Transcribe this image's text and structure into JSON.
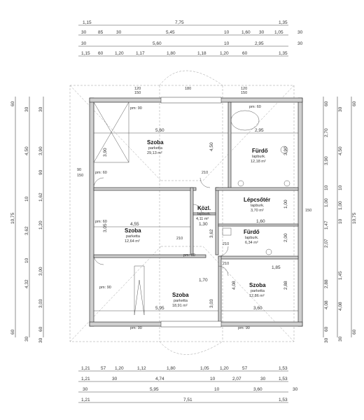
{
  "rooms": [
    {
      "name": "Szoba",
      "floor": "parketta",
      "area": "29,13 m²"
    },
    {
      "name": "Fürdő",
      "floor": "lapburk.",
      "area": "12,18 m²"
    },
    {
      "name": "Lépcsőtér",
      "floor": "lapburk.",
      "area": "3,70 m²"
    },
    {
      "name": "Közl.",
      "floor": "lapburk.",
      "area": "4,11 m²"
    },
    {
      "name": "Szoba",
      "floor": "parketta",
      "area": "12,64 m²"
    },
    {
      "name": "Fürdő",
      "floor": "lapburk.",
      "area": "6,34 m²"
    },
    {
      "name": "Szoba",
      "floor": "parketta",
      "area": "18,91 m²"
    },
    {
      "name": "Szoba",
      "floor": "parketta",
      "area": "12,86 m²"
    }
  ],
  "dims_top": {
    "row1": [
      "1,15",
      "7,75",
      "1,35"
    ],
    "row2": [
      "30",
      "85",
      "30",
      "5,45",
      "10",
      "1,60",
      "30",
      "1,05",
      "30"
    ],
    "row3": [
      "30",
      "5,60",
      "10",
      "2,95",
      "30"
    ],
    "row4": [
      "1,15",
      "60",
      "1,20",
      "1,17",
      "1,80",
      "1,18",
      "1,20",
      "60",
      "1,35"
    ]
  },
  "dims_bottom": {
    "row1": [
      "1,21",
      "57",
      "1,20",
      "1,12",
      "1,80",
      "1,05",
      "1,20",
      "57",
      "1,53"
    ],
    "row2": [
      "1,21",
      "30",
      "4,74",
      "10",
      "2,07",
      "30",
      "1,53"
    ],
    "row3": [
      "30",
      "5,95",
      "10",
      "3,60",
      "30"
    ],
    "row4": [
      "1,21",
      "7,51",
      "1,53"
    ]
  },
  "dims_left": {
    "outer": [
      "60",
      "10,75",
      "60"
    ],
    "mid": [
      "30",
      "4,50",
      "10",
      "3,62",
      "10",
      "4,32",
      "30"
    ],
    "inner": [
      "30",
      "3,90",
      "90",
      "1,62",
      "1,20",
      "3,00",
      "3,03",
      "60",
      "30"
    ]
  },
  "dims_right": {
    "outer": [
      "60",
      "10,75",
      "60"
    ],
    "mid": [
      "30",
      "4,50",
      "10",
      "1,00",
      "10",
      "1,45",
      "4,08",
      "30"
    ],
    "inner": [
      "60",
      "2,70",
      "3,90",
      "10",
      "1,00",
      "1,47",
      "2,07",
      "2,88",
      "4,08",
      "60",
      "30"
    ]
  },
  "inner_dims": {
    "szoba_big_w": "5,60",
    "szoba_big_h": "3,90",
    "furdo_w": "2,95",
    "furdo_h": "3,90",
    "szoba_mid_w": "4,55",
    "szoba_mid_h": "3,05",
    "kozl_w": "1,30",
    "kozl_h": "3,62",
    "szoba_bl_w": "5,95",
    "szoba_br_w": "3,60",
    "szoba_br_h": "2,88",
    "d1": "4,50",
    "d2": "3,03",
    "d3": "1,70",
    "d4": "4,08",
    "d5": "1,85",
    "d6": "2,00",
    "d7": "1,60",
    "d8": "1,00"
  },
  "labels": {
    "pm90a": "pm: 90",
    "pm90b": "pm: 90",
    "pm90c": "pm: 90",
    "pm90d": "pm: 90",
    "pm60a": "pm: 60",
    "pm60b": "pm: 60",
    "pm60c": "pm: 60",
    "pm60d": "pm: 60",
    "w120a": "120",
    "w150a": "150",
    "w180": "180",
    "w210a": "210",
    "w210b": "210",
    "w210c": "210",
    "w210d": "210",
    "w90": "90",
    "w150b": "150",
    "w150c": "150",
    "w120b": "120",
    "w150d": "150"
  }
}
